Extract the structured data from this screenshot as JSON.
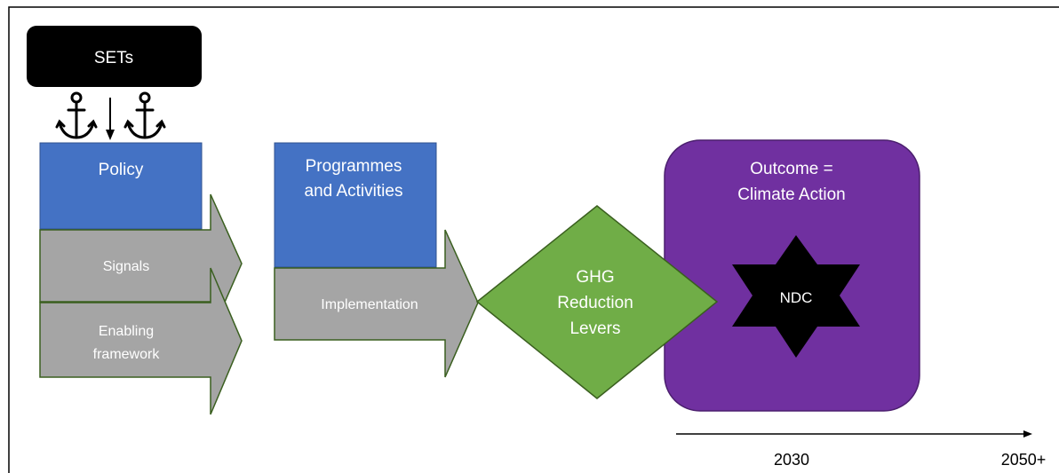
{
  "sets_box": {
    "label": "SETs"
  },
  "policy_box": {
    "label": "Policy"
  },
  "signals_arrow": {
    "label": "Signals"
  },
  "enabling_arrow": {
    "label_line1": "Enabling",
    "label_line2": "framework"
  },
  "programmes_box": {
    "label_line1": "Programmes",
    "label_line2": "and Activities"
  },
  "implementation_arrow": {
    "label": "Implementation"
  },
  "ghg_diamond": {
    "label_line1": "GHG",
    "label_line2": "Reduction",
    "label_line3": "Levers"
  },
  "outcome_box": {
    "label_line1": "Outcome =",
    "label_line2": "Climate Action"
  },
  "ndc_star": {
    "label": "NDC"
  },
  "timeline": {
    "tick_1": "2030",
    "tick_2": "2050+"
  },
  "colors": {
    "black": "#000000",
    "blue": "#4472c4",
    "gray": "#a5a5a5",
    "green": "#70ad47",
    "purple": "#7030a0",
    "dark_green": "#3a5f1f"
  }
}
